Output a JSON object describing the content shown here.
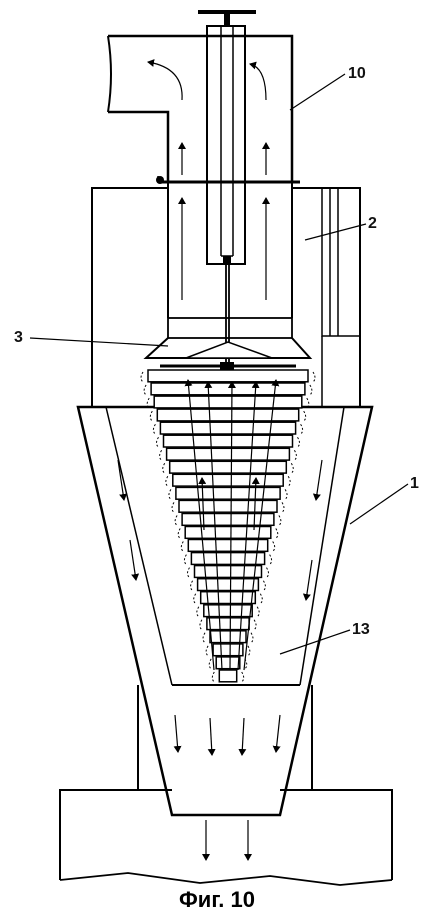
{
  "figure": {
    "caption": "Фиг. 10",
    "callouts": [
      {
        "id": "10",
        "text": "10"
      },
      {
        "id": "2",
        "text": "2"
      },
      {
        "id": "3",
        "text": "3"
      },
      {
        "id": "1",
        "text": "1"
      },
      {
        "id": "13",
        "text": "13"
      }
    ],
    "colors": {
      "stroke": "#000000",
      "background": "#ffffff"
    }
  }
}
